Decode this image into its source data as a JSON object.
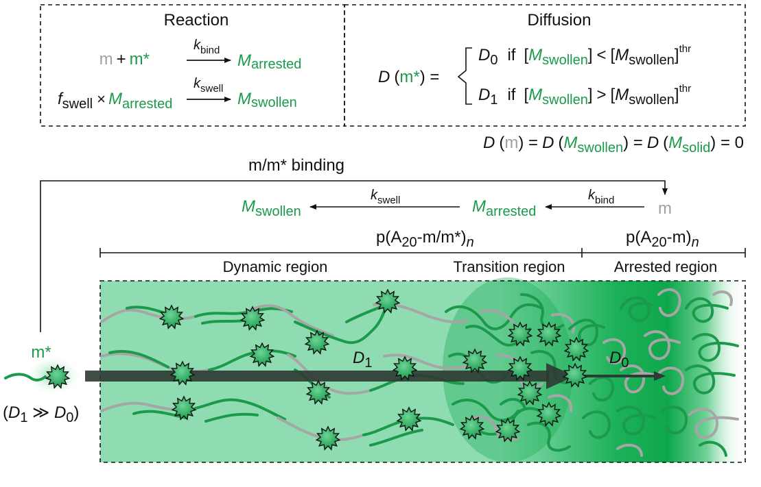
{
  "panels": {
    "reaction": {
      "title": "Reaction",
      "row1": {
        "m": "m",
        "plus": "+",
        "mstar": "m*",
        "k": "k",
        "k_sub": "bind",
        "M": "M",
        "M_sub": "arrested"
      },
      "row2": {
        "f": "f",
        "f_sub": "swell",
        "times": "×",
        "M": "M",
        "M_sub": "arrested",
        "k": "k",
        "k_sub": "swell",
        "M2": "M",
        "M2_sub": "swollen"
      }
    },
    "diffusion": {
      "title": "Diffusion",
      "lhs_D": "D",
      "lhs_open": "(",
      "lhs_m": "m*",
      "lhs_close": ") =",
      "case0": {
        "D": "D",
        "D_sub": "0",
        "if": "if",
        "lb": "[",
        "M": "M",
        "M_sub": "swollen",
        "rb": "]",
        "op": "<",
        "lb2": "[",
        "M2": "M",
        "M2_sub": "swollen",
        "rb2": "]",
        "sup": "thr"
      },
      "case1": {
        "D": "D",
        "D_sub": "1",
        "if": "if",
        "lb": "[",
        "M": "M",
        "M_sub": "swollen",
        "rb": "]",
        "op": ">",
        "lb2": "[",
        "M2": "M",
        "M2_sub": "swollen",
        "rb2": "]",
        "sup": "thr"
      }
    },
    "zero_line": {
      "D1": "D",
      "open1": "(",
      "m": "m",
      "close1": ") =",
      "D2": "D",
      "open2": "(",
      "M2": "M",
      "M2_sub": "swollen",
      "close2": ") =",
      "D3": "D",
      "open3": "(",
      "M3": "M",
      "M3_sub": "solid",
      "close3": ") = 0"
    }
  },
  "scheme": {
    "binding_label": "m/m* binding",
    "swollen": {
      "M": "M",
      "sub": "swollen"
    },
    "k_swell": {
      "k": "k",
      "sub": "swell"
    },
    "arrested": {
      "M": "M",
      "sub": "arrested"
    },
    "k_bind": {
      "k": "k",
      "sub": "bind"
    },
    "m": "m"
  },
  "polymers": {
    "left": {
      "p": "p(A",
      "sub": "20",
      "rest": "-m/m*)",
      "n": "n"
    },
    "right": {
      "p": "p(A",
      "sub": "20",
      "rest": "-m)",
      "n": "n"
    }
  },
  "regions": {
    "dynamic": "Dynamic region",
    "transition": "Transition region",
    "arrested": "Arrested region"
  },
  "labels": {
    "mstar": "m*",
    "D1": {
      "D": "D",
      "sub": "1"
    },
    "D0": {
      "D": "D",
      "sub": "0"
    },
    "note": {
      "open": "(",
      "D1": "D",
      "s1": "1",
      "gg": " ≫ ",
      "D0": "D",
      "s0": "0",
      "close": ")"
    }
  },
  "colors": {
    "green": "#1a9a4a",
    "grey": "#a0a0a0",
    "dark": "#111111",
    "ink": "#2e3a33"
  }
}
